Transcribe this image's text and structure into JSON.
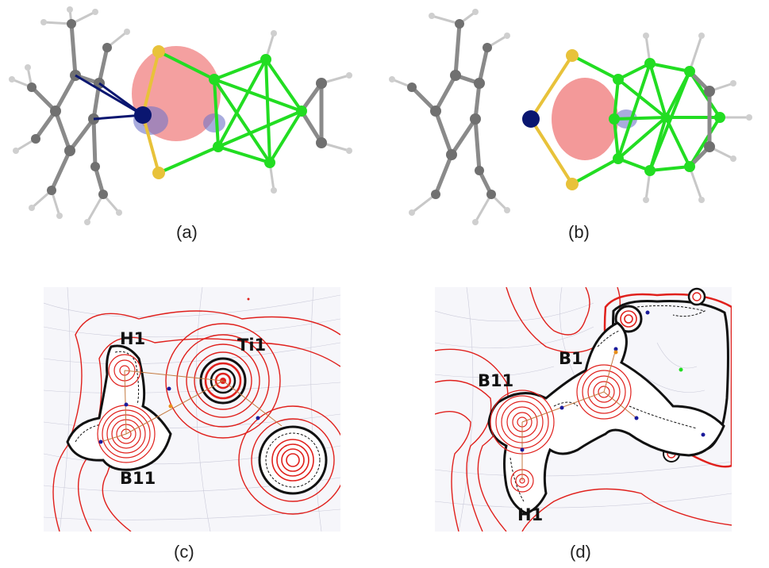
{
  "captions": {
    "a": "(a)",
    "b": "(b)",
    "c": "(c)",
    "d": "(d)"
  },
  "panel_c": {
    "labels": {
      "h1": "H1",
      "ti1": "Ti1",
      "b11": "B11"
    }
  },
  "panel_d": {
    "labels": {
      "b1": "B1",
      "b11": "B11",
      "h1": "H1"
    }
  },
  "colors": {
    "titanium": "#0a1670",
    "sulfur": "#e8c23a",
    "boron": "#22dd22",
    "carbon": "#707070",
    "hydrogen": "#c8c8c8",
    "orbital_positive": "#f08080",
    "orbital_negative": "#6f74c8",
    "contour_positive": "#e0201c",
    "contour_negative": "#1a1a1a",
    "gradient_lines": "#b8b8cc"
  }
}
